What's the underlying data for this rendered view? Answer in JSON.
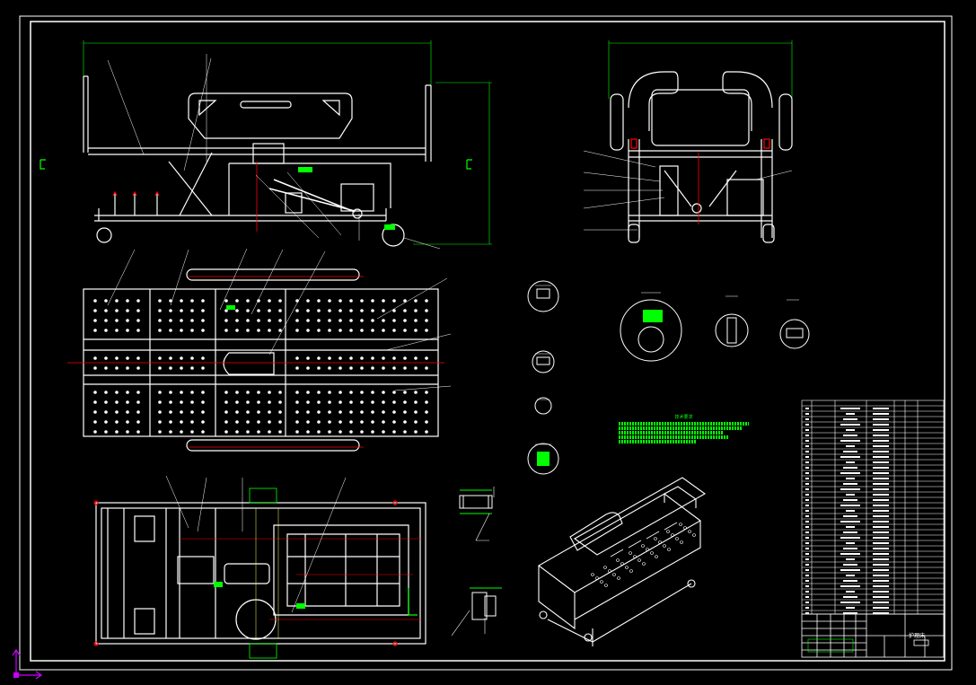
{
  "drawing": {
    "title_block": {
      "name": "护理床"
    },
    "tech_notes": {
      "title": "技术要求",
      "lines": 5
    },
    "colors": {
      "background": "#000000",
      "outline": "#ffffff",
      "dimension": "#00ff00",
      "centerline": "#ff0000",
      "hatch": "#00ff00",
      "ucs_icon": "#cc00ff"
    },
    "views": [
      "front-view",
      "side-view",
      "top-plan-view",
      "bottom-plan-view",
      "isometric-view",
      "detail-views",
      "parts-list-table",
      "title-block"
    ],
    "icons": [
      "ucs-axis-icon"
    ]
  }
}
